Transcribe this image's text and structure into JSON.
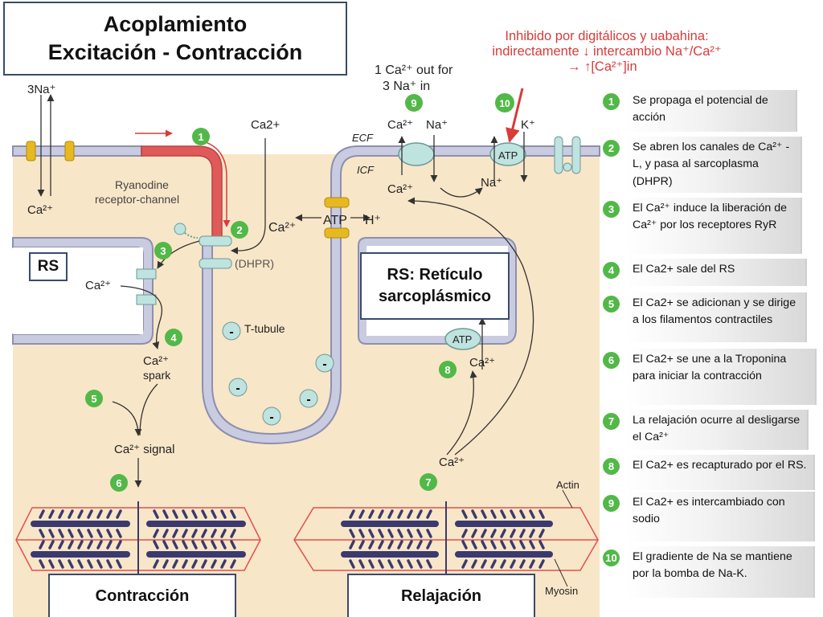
{
  "title": {
    "line1": "Acoplamiento",
    "line2": "Excitación - Contracción"
  },
  "inhibition_note": {
    "line1": "Inhibido por digitálicos y uabahina:",
    "line2": "indirectamente ↓ intercambio Na⁺/Ca²⁺",
    "line3": "→ ↑[Ca²⁺]in"
  },
  "exchange_note": {
    "line1": "1 Ca²⁺ out for",
    "line2": "3 Na⁺ in"
  },
  "diagram_labels": {
    "na3": "3Na⁺",
    "ca_left": "Ca²⁺",
    "ca_top": "Ca2+",
    "ryanodine_line1": "Ryanodine",
    "ryanodine_line2": "receptor-channel",
    "dhpr": "(DHPR)",
    "ca_mid": "Ca²⁺",
    "atp_pump": "ATP",
    "h_plus": "H⁺",
    "ca_sr": "Ca²⁺",
    "ca_spark": "Ca²⁺",
    "spark": "spark",
    "ca_signal": "Ca²⁺ signal",
    "t_tubule": "T-tubule",
    "ecf": "ECF",
    "icf": "ICF",
    "ca_exch_top": "Ca²⁺",
    "na_exch_top": "Na⁺",
    "ca_exch_bottom": "Ca²⁺",
    "na_bottom": "Na⁺",
    "k_plus": "K⁺",
    "atp_nak": "ATP",
    "atp_serca": "ATP",
    "ca_serca": "Ca²⁺",
    "ca_relax": "Ca²⁺",
    "actin": "Actin",
    "myosin": "Myosin",
    "minus": "-"
  },
  "markers": [
    "1",
    "2",
    "3",
    "4",
    "5",
    "6",
    "7",
    "8",
    "9",
    "10"
  ],
  "boxes": {
    "rs": "RS",
    "rs_def_line1": "RS:  Retículo",
    "rs_def_line2": "sarcoplásmico",
    "contraction": "Contracción",
    "relaxation": "Relajación"
  },
  "steps": [
    {
      "num": "1",
      "text": "Se propaga el potencial de acción"
    },
    {
      "num": "2",
      "text": "Se abren los canales de Ca²⁺ - L, y pasa al sarcoplasma (DHPR)"
    },
    {
      "num": "3",
      "text": "El Ca²⁺ induce la liberación de Ca²⁺ por los receptores RyR"
    },
    {
      "num": "4",
      "text": "El Ca2+ sale del RS"
    },
    {
      "num": "5",
      "text": "El Ca2+ se adicionan y se dirige a los filamentos contractiles"
    },
    {
      "num": "6",
      "text": "El Ca2+ se une a la Troponina para iniciar la contracción"
    },
    {
      "num": "7",
      "text": "La relajación ocurre al desligarse el Ca²⁺"
    },
    {
      "num": "8",
      "text": "El Ca2+ es recapturado por el RS."
    },
    {
      "num": "9",
      "text": "El Ca2+ es intercambiado con sodio"
    },
    {
      "num": "10",
      "text": "El gradiente de Na se mantiene  por la bomba de Na-K."
    }
  ],
  "colors": {
    "cell": "#f8e6c8",
    "membrane": "#8d8fb0",
    "membrane_fill": "#c9cbe0",
    "red_note": "#d93a3a",
    "marker": "#52b848",
    "channel": "#e8b820",
    "box_border": "#3a4a6b",
    "myosin": "#3a3a6e",
    "sarcomere_line": "#e05050"
  },
  "icons": {
    "marker": "green-circle-number",
    "channel": "ion-channel-icon",
    "pump": "atp-pump-icon"
  }
}
